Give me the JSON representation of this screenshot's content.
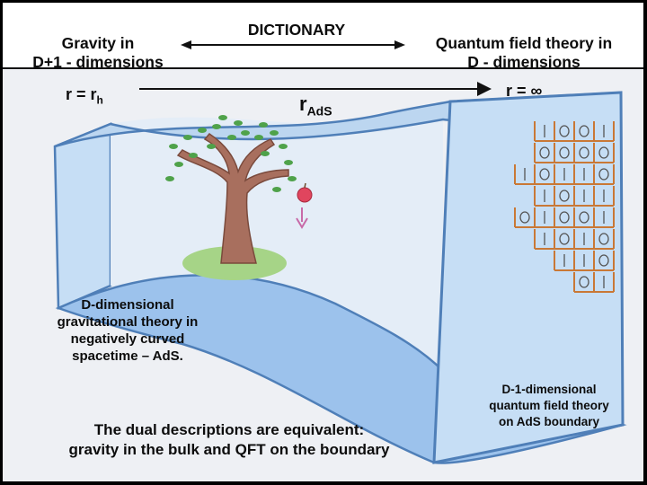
{
  "header": {
    "left_line1": "Gravity in",
    "left_line2": "D+1 - dimensions",
    "center": "DICTIONARY",
    "right_line1": "Quantum field theory in",
    "right_line2": "D - dimensions"
  },
  "radial_axis": {
    "start_label": "r = r",
    "start_sub": "h",
    "middle_label": "r",
    "middle_sub": "AdS",
    "end_label": "r = ∞"
  },
  "bulk_description": {
    "line1": "D-dimensional",
    "line2": "gravitational theory in",
    "line3": "negatively curved",
    "line4": "spacetime – AdS."
  },
  "boundary_description": {
    "line1": "D-1-dimensional",
    "line2": "quantum field theory",
    "line3": "on AdS boundary"
  },
  "conclusion": {
    "line1": "The dual descriptions are equivalent:",
    "line2": "gravity in the bulk and QFT on the boundary"
  },
  "lattice": {
    "symbol_zero": "O",
    "symbol_one": "I",
    "rows": [
      "IOOI",
      "OOOO",
      "IOIIO",
      "IOII",
      "OIOOI",
      "IOIO",
      "IIO",
      "OI"
    ]
  },
  "colors": {
    "tunnel_fill": "#bcd6f0",
    "tunnel_edge": "#4f7fb8",
    "floor": "#9cc2ec",
    "trunk": "#a86f5e",
    "leaf": "#4fa24a",
    "grass": "#a6d487",
    "apple": "#e0455e",
    "lattice": "#c97836"
  }
}
